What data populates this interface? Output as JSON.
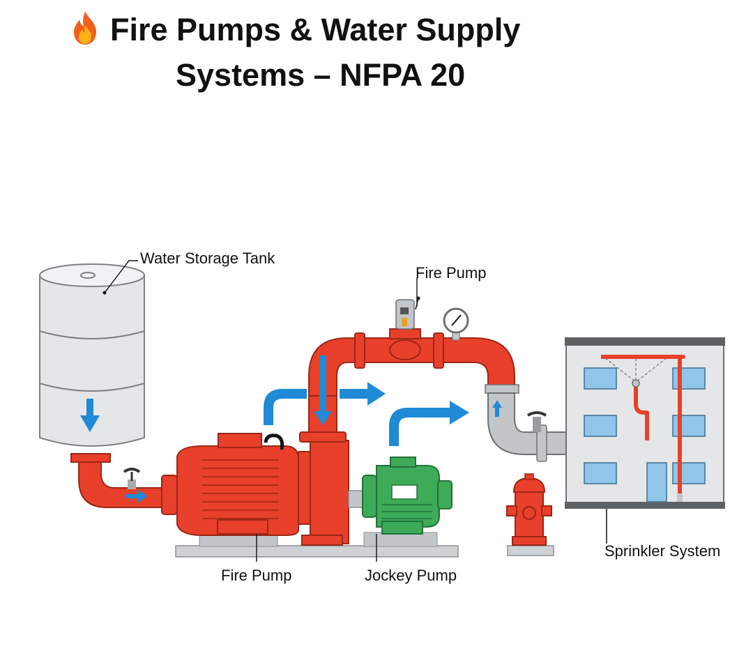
{
  "title": {
    "icon": "fire-icon",
    "line1": "Fire Pumps & Water Supply",
    "line2": "Systems – NFPA 20"
  },
  "labels": {
    "water_storage_tank": "Water Storage Tank",
    "fire_pump_top": "Fire Pump",
    "fire_pump_bottom": "Fire Pump",
    "jockey_pump": "Jockey Pump",
    "sprinkler_system": "Sprinkler System"
  },
  "colors": {
    "pipe_red": "#e8402a",
    "pipe_dark_red": "#b72e1d",
    "pump_green": "#3dab58",
    "flow_blue": "#1f8ad6",
    "tank_gray": "#e4e6e8",
    "pipe_gray": "#c3c6c9"
  }
}
